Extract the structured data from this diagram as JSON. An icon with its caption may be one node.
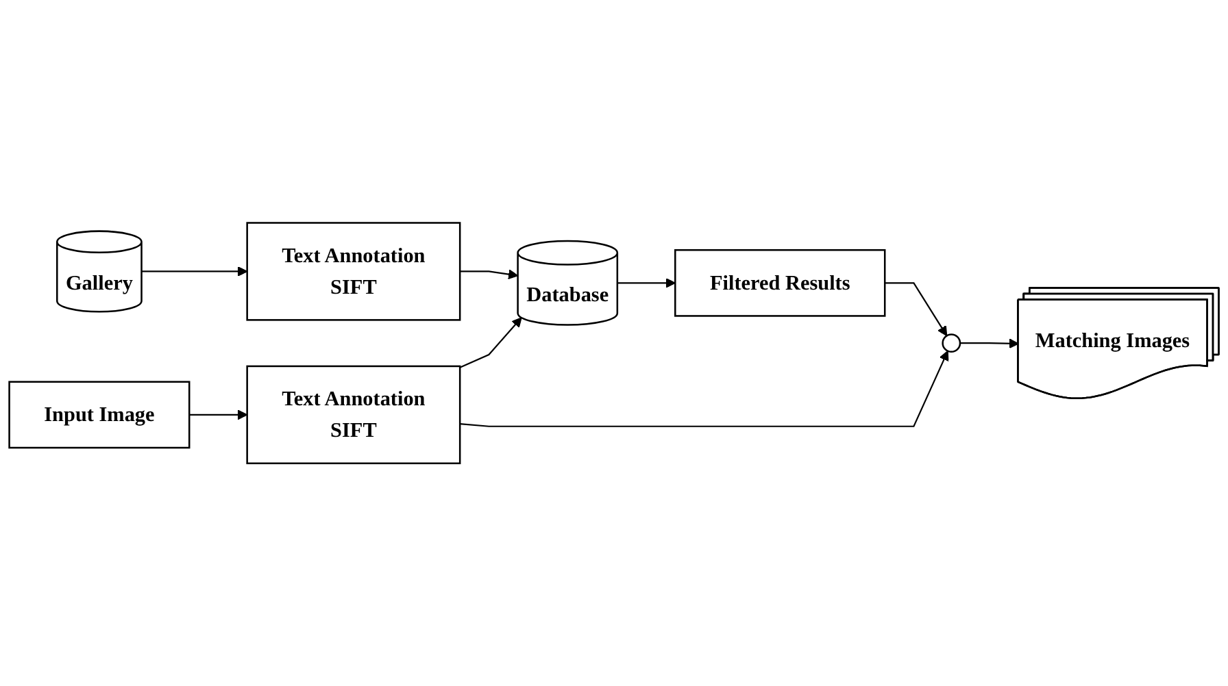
{
  "diagram": {
    "nodes": [
      {
        "text": [
          "Gallery"
        ]
      },
      {
        "text": [
          "Text Annotation",
          "SIFT"
        ]
      },
      {
        "text": [
          "Database"
        ]
      },
      {
        "text": [
          "Input Image"
        ]
      },
      {
        "text": [
          "Text Annotation",
          "SIFT"
        ]
      },
      {
        "text": [
          "Filtered Results"
        ]
      },
      {
        "text": [],
        "shape": "circle"
      },
      {
        "text": [
          "Matching Images"
        ]
      }
    ],
    "edges": [
      {
        "from": 0,
        "to": 1,
        "arrow": "to"
      },
      {
        "from": 1,
        "to": 2,
        "arrow": "to"
      },
      {
        "from": 3,
        "to": 4,
        "arrow": "to"
      },
      {
        "from": 4,
        "to": 2,
        "arrow": "to"
      },
      {
        "from": 2,
        "to": 5,
        "arrow": "to"
      },
      {
        "from": 5,
        "to": 6,
        "arrow": "to"
      },
      {
        "from": 4,
        "to": 6,
        "arrow": "to"
      },
      {
        "from": 6,
        "to": 7,
        "arrow": "to"
      }
    ]
  }
}
